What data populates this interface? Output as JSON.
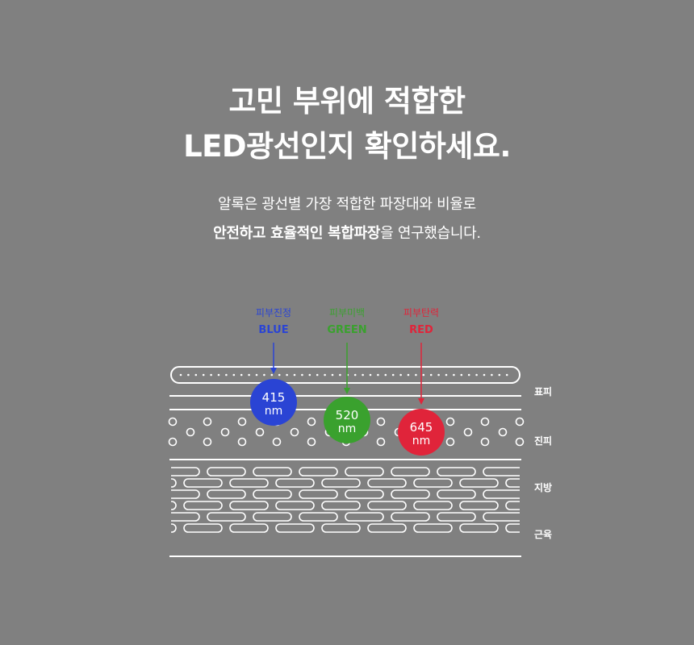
{
  "headline": {
    "line1": "고민 부위에 적합한",
    "line2": "LED광선인지 확인하세요."
  },
  "subtext": {
    "line1": "알록은 광선별 가장 적합한 파장대와 비율로",
    "line2_bold": "안전하고 효율적인 복합파장",
    "line2_rest": "을 연구했습니다."
  },
  "wavelengths": [
    {
      "label": "피부진정",
      "color_name": "BLUE",
      "value": "415",
      "unit": "nm",
      "color": "#2a44d4"
    },
    {
      "label": "피부미백",
      "color_name": "GREEN",
      "value": "520",
      "unit": "nm",
      "color": "#3aa12e"
    },
    {
      "label": "피부탄력",
      "color_name": "RED",
      "value": "645",
      "unit": "nm",
      "color": "#e0243a"
    }
  ],
  "layers": [
    {
      "name": "표피"
    },
    {
      "name": "진피"
    },
    {
      "name": "지방"
    },
    {
      "name": "근육"
    }
  ],
  "colors": {
    "background": "#808080",
    "line": "#ffffff"
  }
}
